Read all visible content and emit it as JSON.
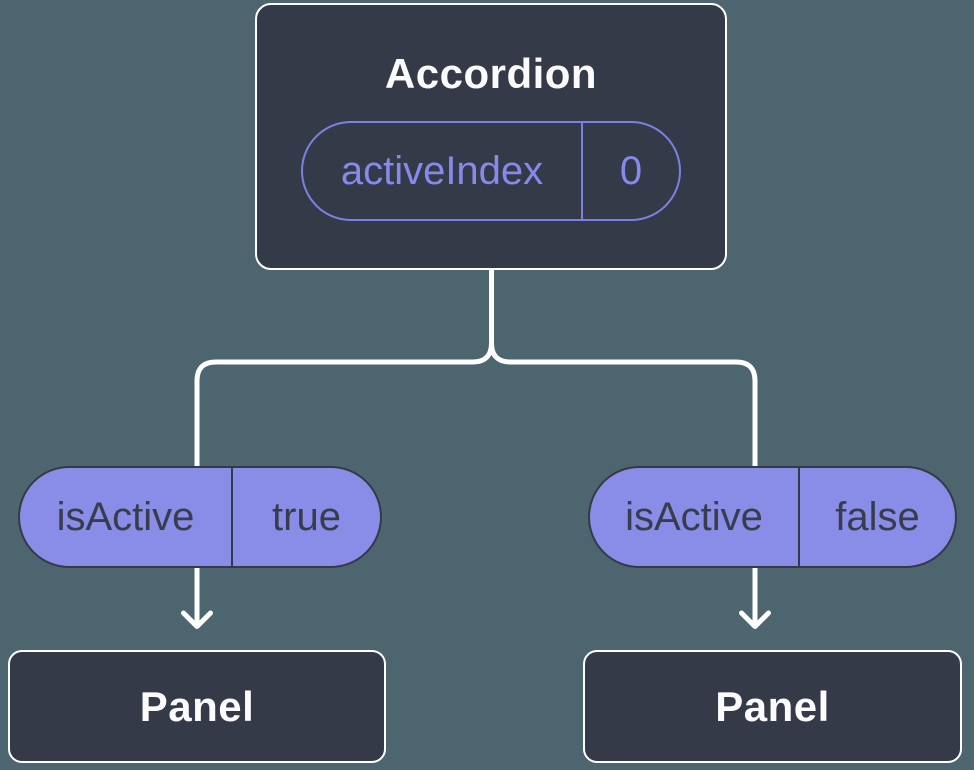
{
  "canvas": {
    "background": "#4D656E"
  },
  "colors": {
    "node_fill": "#343A47",
    "node_border": "#FFFFFF",
    "connector": "#FFFFFF",
    "purple_fill": "#8A8DE8",
    "purple_stroke": "#7C81E4",
    "purple_text": "#858AEC",
    "dark_text": "#383D4B",
    "light_text": "#FBFBFC"
  },
  "tree": {
    "root": {
      "title": "Accordion",
      "prop": {
        "name": "activeIndex",
        "value": "0"
      }
    },
    "children": [
      {
        "prop": {
          "name": "isActive",
          "value": "true"
        },
        "child_title": "Panel"
      },
      {
        "prop": {
          "name": "isActive",
          "value": "false"
        },
        "child_title": "Panel"
      }
    ]
  }
}
